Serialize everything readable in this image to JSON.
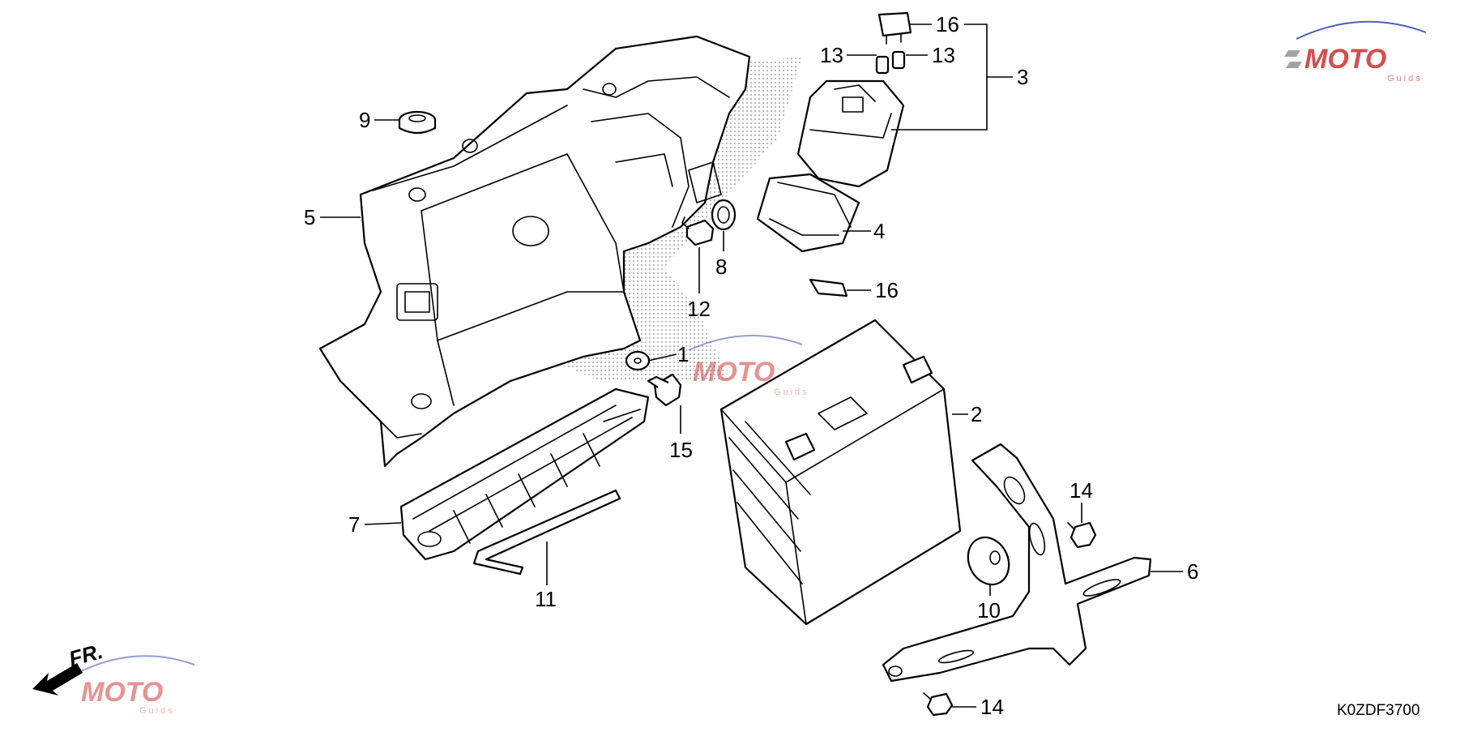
{
  "diagram": {
    "callouts": {
      "c1": "1",
      "c2": "2",
      "c3": "3",
      "c4": "4",
      "c5": "5",
      "c6": "6",
      "c7": "7",
      "c8": "8",
      "c9": "9",
      "c10": "10",
      "c11": "11",
      "c12": "12",
      "c13a": "13",
      "c13b": "13",
      "c14a": "14",
      "c14b": "14",
      "c15": "15",
      "c16a": "16",
      "c16b": "16"
    },
    "front_arrow_label": "FR.",
    "diagram_code": "K0ZDF3700"
  },
  "watermark": {
    "brand": "MOTO",
    "sub": "Guids",
    "colors": {
      "red": "#d23a3a",
      "blue": "#3a4fb0",
      "gray": "#9a9a9a"
    }
  },
  "colors": {
    "line": "#000000",
    "background": "#ffffff"
  }
}
